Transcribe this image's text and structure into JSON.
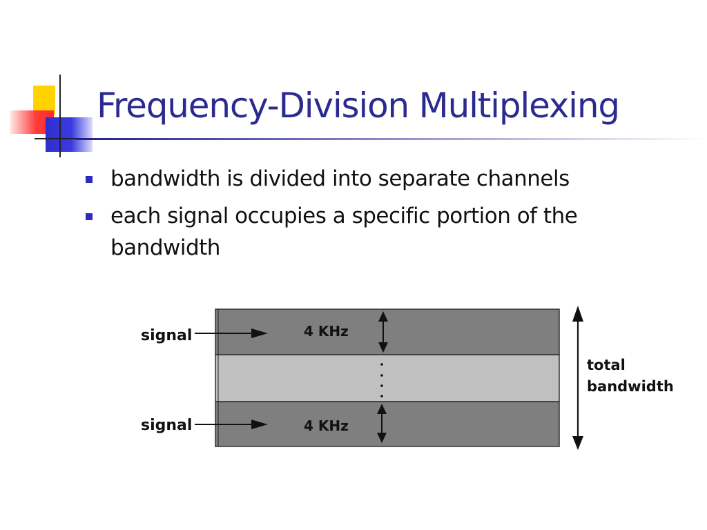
{
  "slide": {
    "title": "Frequency-Division Multiplexing",
    "bullets": [
      "bandwidth is divided into separate channels",
      "each signal occupies a specific portion of the bandwidth"
    ]
  },
  "diagram": {
    "channels": [
      {
        "signal_label": "signal",
        "bandwidth_label": "4 KHz"
      },
      {
        "signal_label": "signal",
        "bandwidth_label": "4 KHz"
      }
    ],
    "total_label_line1": "total",
    "total_label_line2": "bandwidth",
    "colors": {
      "channel_band": "#7f7f7f",
      "gap_band": "#c0c0c0",
      "title": "#2b2b8f",
      "bullet": "#2b2bc0"
    }
  }
}
